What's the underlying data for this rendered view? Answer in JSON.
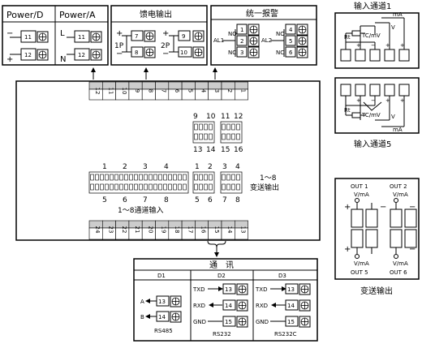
{
  "power": {
    "d": "Power/D",
    "a": "Power/A",
    "minus": "−",
    "plus": "+",
    "L": "L",
    "N": "N",
    "t11": "11",
    "t12": "12"
  },
  "feed": {
    "title": "馈电输出",
    "p1": "1P",
    "p2": "2P",
    "t7": "7",
    "t8": "8",
    "t9": "9",
    "t10": "10",
    "plus": "+",
    "minus": "−"
  },
  "alarm": {
    "title": "统一报警",
    "al1": "AL1",
    "al2": "AL2",
    "no": "NO",
    "nc": "NC",
    "t1": "1",
    "t2": "2",
    "t3": "3",
    "t4": "4",
    "t5": "5",
    "t6": "6"
  },
  "main": {
    "top_terms": [
      "12",
      "11",
      "10",
      "9",
      "8",
      "7",
      "6",
      "5",
      "4",
      "3",
      "2",
      "1"
    ],
    "bottom_terms": [
      "24",
      "23",
      "22",
      "21",
      "20",
      "19",
      "18",
      "17",
      "16",
      "15",
      "14",
      "13"
    ],
    "mid_top_a": [
      "9",
      "10"
    ],
    "mid_top_b": [
      "11",
      "12"
    ],
    "mid_bot_a": [
      "13",
      "14"
    ],
    "mid_bot_b": [
      "15",
      "16"
    ],
    "in_top": [
      "1",
      "2",
      "3",
      "4"
    ],
    "in_bot": [
      "5",
      "6",
      "7",
      "8"
    ],
    "in_label": "1～8通道输入",
    "out_top": [
      "1",
      "2",
      "3",
      "4"
    ],
    "out_bot": [
      "5",
      "6",
      "7",
      "8"
    ],
    "out_label_1": "1～8",
    "out_label_2": "变送输出"
  },
  "comm": {
    "title": "通　讯",
    "d1": "D1",
    "d2": "D2",
    "d3": "D3",
    "a": "A",
    "b": "B",
    "rs485": "RS485",
    "txd": "TXD",
    "rxd": "RXD",
    "gnd": "GND",
    "rs232": "RS232",
    "rs232c": "RS232C",
    "t13": "13",
    "t14": "14",
    "t15": "15"
  },
  "in1": {
    "caption": "输入通道1",
    "ma": "mA",
    "v": "V",
    "tc": "TC/mV",
    "rt": "Rt",
    "plus": "+",
    "minus": "−"
  },
  "in5": {
    "caption": "输入通道5",
    "ma": "mA",
    "v": "V",
    "tc": "TC/mV",
    "rt": "Rt",
    "plus": "+",
    "minus": "−"
  },
  "outbox": {
    "caption": "变送输出",
    "out1": "OUT 1",
    "out2": "OUT 2",
    "out5": "OUT 5",
    "out6": "OUT 6",
    "vma": "V/mA",
    "plus": "+",
    "minus": "−"
  }
}
